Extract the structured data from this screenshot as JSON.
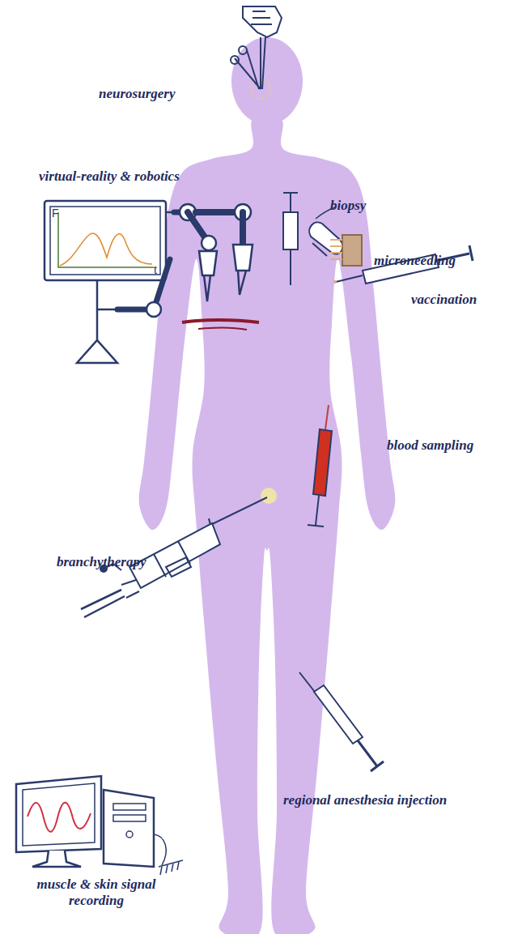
{
  "diagram": {
    "labels": [
      "neurosurgery",
      "virtual-reality & robotics",
      "F",
      "t",
      "biopsy",
      "microneedling",
      "vaccination",
      "blood sampling",
      "branchytherapy",
      "muscle & skin signal recording",
      "regional anesthesia injection"
    ]
  }
}
